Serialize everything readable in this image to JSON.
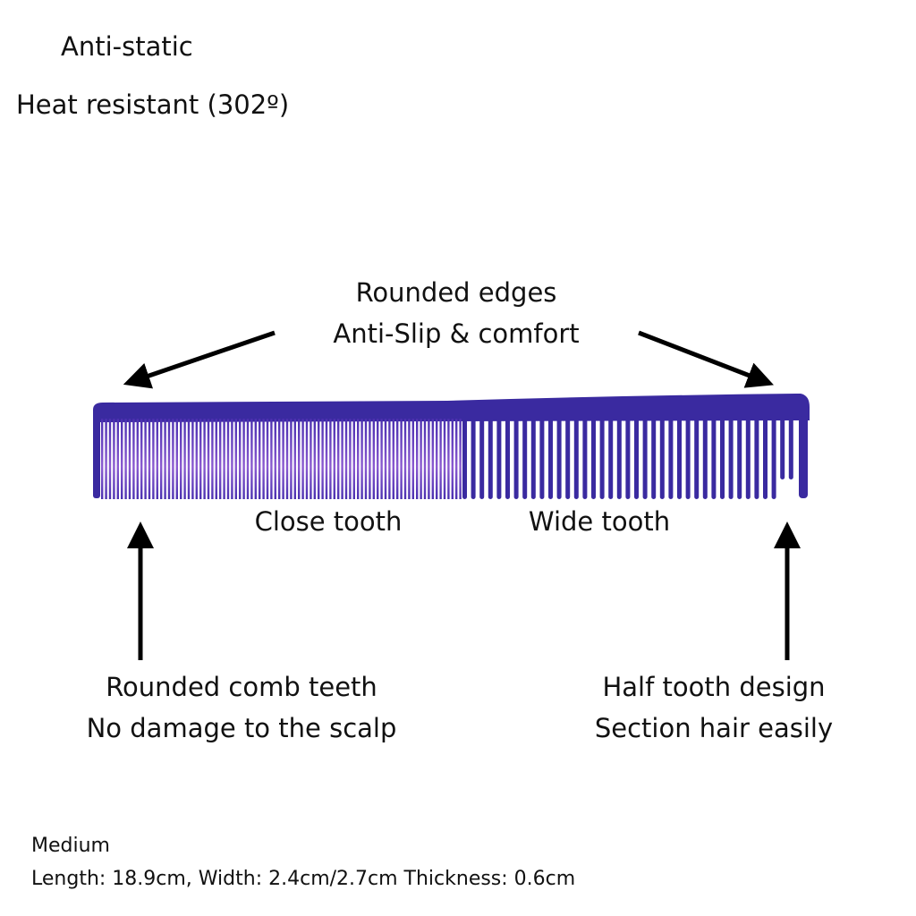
{
  "features": {
    "anti_static": "Anti-static",
    "heat_resistant": "Heat resistant (302º)"
  },
  "callouts": {
    "edges_line1": "Rounded edges",
    "edges_line2": "Anti-Slip & comfort",
    "close_tooth": "Close tooth",
    "wide_tooth": "Wide tooth",
    "teeth_line1": "Rounded comb teeth",
    "teeth_line2": "No damage to the scalp",
    "half_line1": "Half tooth design",
    "half_line2": "Section hair easily"
  },
  "specs": {
    "size": "Medium",
    "dimensions": "Length: 18.9cm, Width: 2.4cm/2.7cm Thickness: 0.6cm"
  },
  "colors": {
    "comb": "#3a2aa0",
    "comb_light": "#8a5ad0",
    "arrow": "#000000"
  }
}
